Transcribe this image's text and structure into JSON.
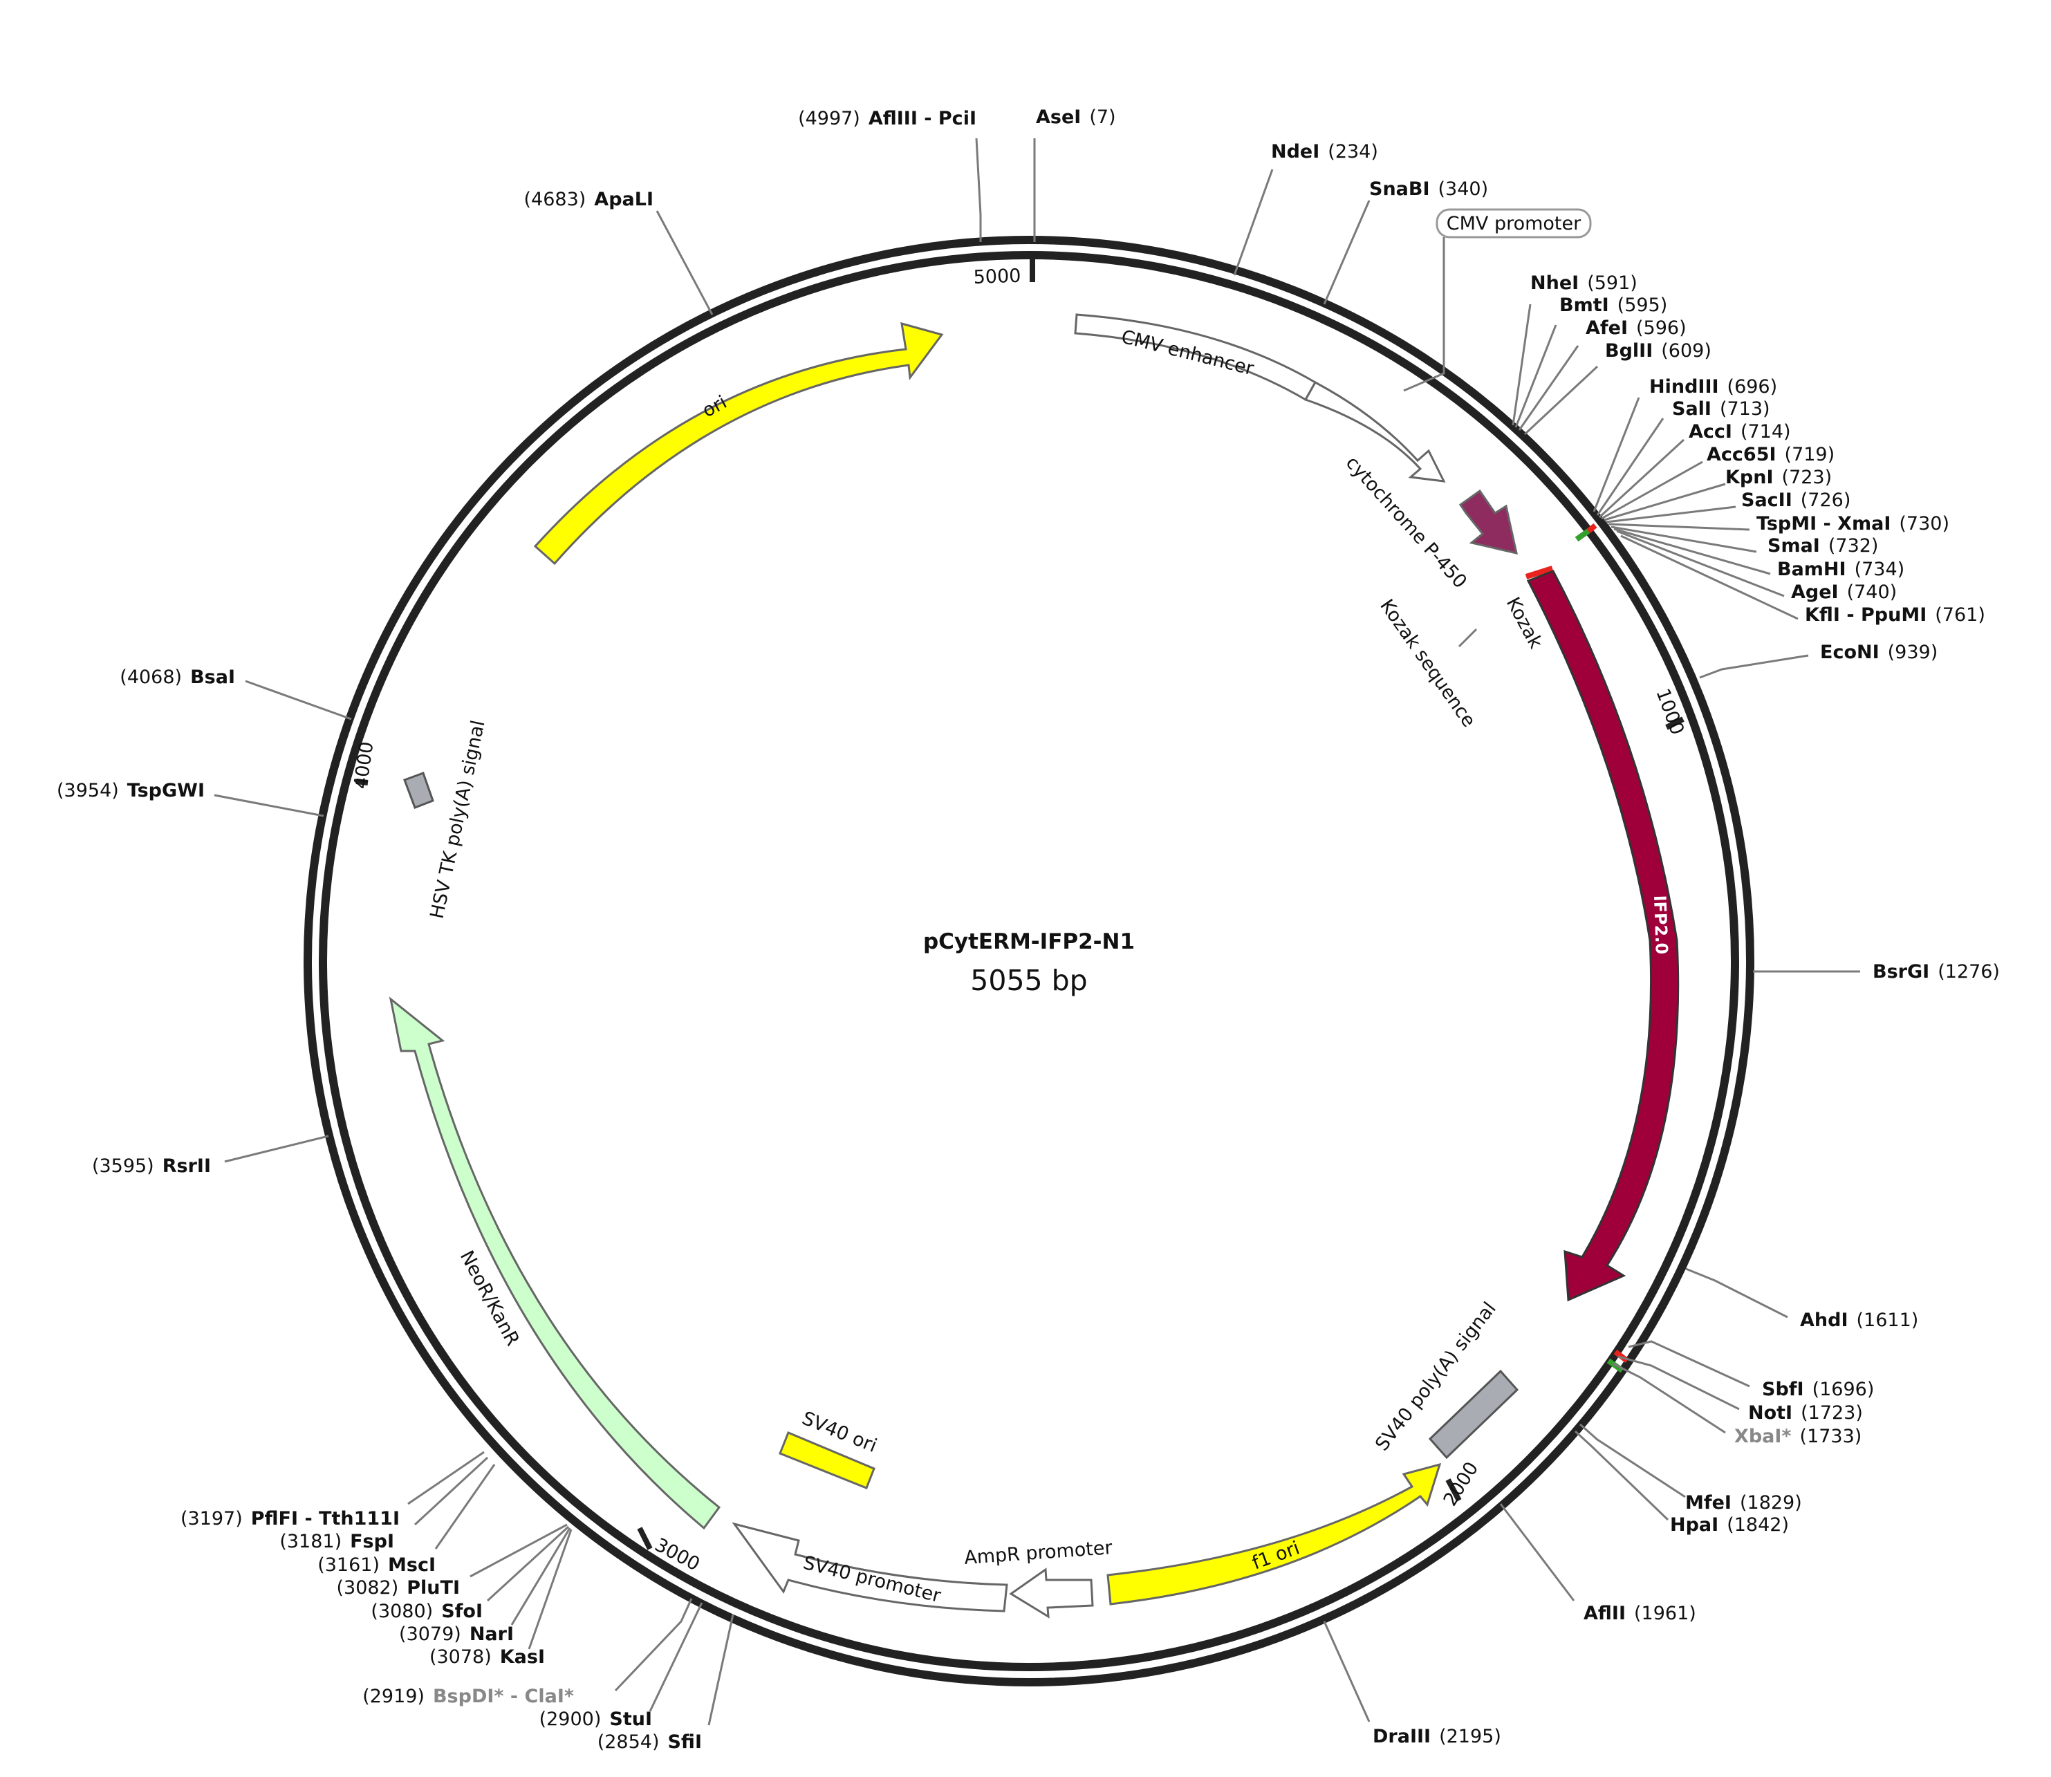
{
  "plasmid": {
    "name": "pCytERM-IFP2-N1",
    "length_label": "5055 bp",
    "length": 5055
  },
  "colors": {
    "backbone": "#222222",
    "ori": "#ffff00",
    "ifp": "#a0003a",
    "cytochrome": "#8e2c60",
    "neo": "#ccffcc",
    "polyA": "#a9adb3",
    "outline": "#666666",
    "mcs_red": "#e8231d",
    "mcs_green": "#33a02c"
  },
  "ticks": [
    {
      "pos": 1000,
      "label": "1000"
    },
    {
      "pos": 2000,
      "label": "2000"
    },
    {
      "pos": 3000,
      "label": "3000"
    },
    {
      "pos": 4000,
      "label": "4000"
    },
    {
      "pos": 5000,
      "label": "5000"
    }
  ],
  "features": [
    {
      "name": "CMV enhancer",
      "label": "CMV enhancer",
      "type": "box-start"
    },
    {
      "name": "cmv-enhancer-arrow",
      "label": "",
      "type": "arrow"
    },
    {
      "name": "cytochrome P-450",
      "label": "cytochrome P-450",
      "type": "arrow"
    },
    {
      "name": "Kozak",
      "label": "Kozak",
      "type": "marker"
    },
    {
      "name": "IFP2.0",
      "label": "IFP2.0",
      "type": "arrow"
    },
    {
      "name": "SV40 poly(A) signal",
      "label": "SV40 poly(A) signal",
      "type": "box"
    },
    {
      "name": "f1 ori",
      "label": "f1 ori",
      "type": "arrow"
    },
    {
      "name": "AmpR promoter",
      "label": "AmpR promoter",
      "type": "arrow"
    },
    {
      "name": "SV40 promoter",
      "label": "SV40 promoter",
      "type": "arrow"
    },
    {
      "name": "SV40 ori",
      "label": "SV40 ori",
      "type": "box"
    },
    {
      "name": "NeoR/KanR",
      "label": "NeoR/KanR",
      "type": "arrow"
    },
    {
      "name": "HSV TK poly(A) signal",
      "label": "HSV TK poly(A) signal",
      "type": "box"
    },
    {
      "name": "ori",
      "label": "ori",
      "type": "arrow"
    }
  ],
  "annotations": {
    "cmv_promoter": "CMV promoter",
    "kozak_sequence": "Kozak sequence"
  },
  "sites_right": [
    {
      "name": "AseI",
      "pos": "(7)"
    },
    {
      "name": "NdeI",
      "pos": "(234)"
    },
    {
      "name": "SnaBI",
      "pos": "(340)"
    },
    {
      "name": "NheI",
      "pos": "(591)"
    },
    {
      "name": "BmtI",
      "pos": "(595)"
    },
    {
      "name": "AfeI",
      "pos": "(596)"
    },
    {
      "name": "BglII",
      "pos": "(609)"
    },
    {
      "name": "HindIII",
      "pos": "(696)"
    },
    {
      "name": "SalI",
      "pos": "(713)"
    },
    {
      "name": "AccI",
      "pos": "(714)"
    },
    {
      "name": "Acc65I",
      "pos": "(719)"
    },
    {
      "name": "KpnI",
      "pos": "(723)"
    },
    {
      "name": "SacII",
      "pos": "(726)"
    },
    {
      "name": "TspMI - XmaI",
      "pos": "(730)"
    },
    {
      "name": "SmaI",
      "pos": "(732)"
    },
    {
      "name": "BamHI",
      "pos": "(734)"
    },
    {
      "name": "AgeI",
      "pos": "(740)"
    },
    {
      "name": "KflI - PpuMI",
      "pos": "(761)"
    },
    {
      "name": "EcoNI",
      "pos": "(939)"
    },
    {
      "name": "BsrGI",
      "pos": "(1276)"
    },
    {
      "name": "AhdI",
      "pos": "(1611)"
    },
    {
      "name": "SbfI",
      "pos": "(1696)"
    },
    {
      "name": "NotI",
      "pos": "(1723)"
    },
    {
      "name": "XbaI*",
      "pos": "(1733)"
    },
    {
      "name": "MfeI",
      "pos": "(1829)"
    },
    {
      "name": "HpaI",
      "pos": "(1842)"
    },
    {
      "name": "AflII",
      "pos": "(1961)"
    },
    {
      "name": "DraIII",
      "pos": "(2195)"
    }
  ],
  "sites_left": [
    {
      "name": "AflIII - PciI",
      "pos": "(4997)"
    },
    {
      "name": "ApaLI",
      "pos": "(4683)"
    },
    {
      "name": "BsaI",
      "pos": "(4068)"
    },
    {
      "name": "TspGWI",
      "pos": "(3954)"
    },
    {
      "name": "RsrII",
      "pos": "(3595)"
    },
    {
      "name": "PflFI - Tth111I",
      "pos": "(3197)"
    },
    {
      "name": "FspI",
      "pos": "(3181)"
    },
    {
      "name": "MscI",
      "pos": "(3161)"
    },
    {
      "name": "PluTI",
      "pos": "(3082)"
    },
    {
      "name": "SfoI",
      "pos": "(3080)"
    },
    {
      "name": "NarI",
      "pos": "(3079)"
    },
    {
      "name": "KasI",
      "pos": "(3078)"
    },
    {
      "name": "BspDI* - ClaI*",
      "pos": "(2919)"
    },
    {
      "name": "StuI",
      "pos": "(2900)"
    },
    {
      "name": "SfiI",
      "pos": "(2854)"
    }
  ]
}
